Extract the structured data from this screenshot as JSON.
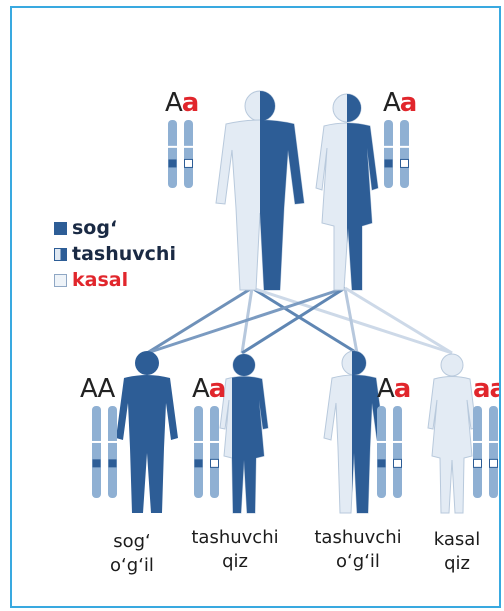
{
  "colors": {
    "frame": "#39a9e0",
    "healthy": "#2d5d96",
    "carrier_light": "#dfe8f2",
    "affected": "#e3ebf4",
    "chromosome": "#8fb0d3",
    "red": "#e1262c"
  },
  "legend": {
    "healthy": "sog‘",
    "carrier": "tashuvchi",
    "affected": "kasal"
  },
  "parents": {
    "father": {
      "genotype_dominant": "A",
      "genotype_recessive": "a"
    },
    "mother": {
      "genotype_dominant": "A",
      "genotype_recessive": "a"
    }
  },
  "children": [
    {
      "genotype": [
        "A",
        "A"
      ],
      "line1": "sog‘",
      "line2": "o‘g‘il"
    },
    {
      "genotype": [
        "A",
        "a"
      ],
      "line1": "tashuvchi",
      "line2": "qiz"
    },
    {
      "genotype": [
        "A",
        "a"
      ],
      "line1": "tashuvchi",
      "line2": "o‘g‘il"
    },
    {
      "genotype": [
        "a",
        "a"
      ],
      "line1": "kasal",
      "line2": "qiz"
    }
  ]
}
